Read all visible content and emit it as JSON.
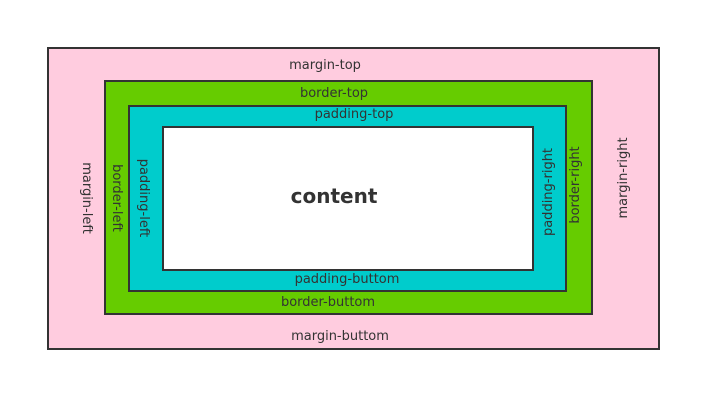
{
  "diagram": {
    "margin": {
      "top": "margin-top",
      "bottom": "margin-buttom",
      "left": "margin-left",
      "right": "margin-right",
      "color": "#ffccdf"
    },
    "border": {
      "top": "border-top",
      "bottom": "border-buttom",
      "left": "border-left",
      "right": "border-right",
      "color": "#66cc00"
    },
    "padding": {
      "top": "padding-top",
      "bottom": "padding-buttom",
      "left": "padding-left",
      "right": "padding-right",
      "color": "#00cccc"
    },
    "content": {
      "label": "content",
      "color": "#ffffff"
    },
    "outline_color": "#333333"
  }
}
